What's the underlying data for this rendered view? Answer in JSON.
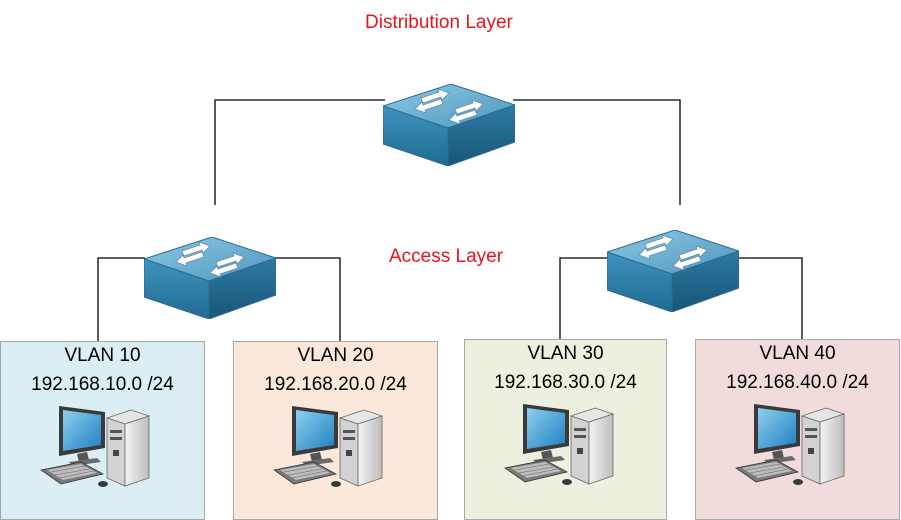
{
  "layers": {
    "distribution": "Distribution Layer",
    "access": "Access Layer"
  },
  "vlans": [
    {
      "name": "VLAN 10",
      "subnet": "192.168.10.0 /24",
      "color": "#daeef3"
    },
    {
      "name": "VLAN 20",
      "subnet": "192.168.20.0 /24",
      "color": "#fbe8da"
    },
    {
      "name": "VLAN 30",
      "subnet": "192.168.30.0 /24",
      "color": "#ebf1de"
    },
    {
      "name": "VLAN 40",
      "subnet": "192.168.40.0 /24",
      "color": "#f2dcdb"
    }
  ],
  "colors": {
    "label": "#e8141c",
    "switch_top": "#6fb3d2",
    "switch_front": "#2f7ea8",
    "switch_side": "#25698f",
    "link": "#000000"
  },
  "icons": [
    "switch-icon",
    "desktop-computer-icon"
  ]
}
